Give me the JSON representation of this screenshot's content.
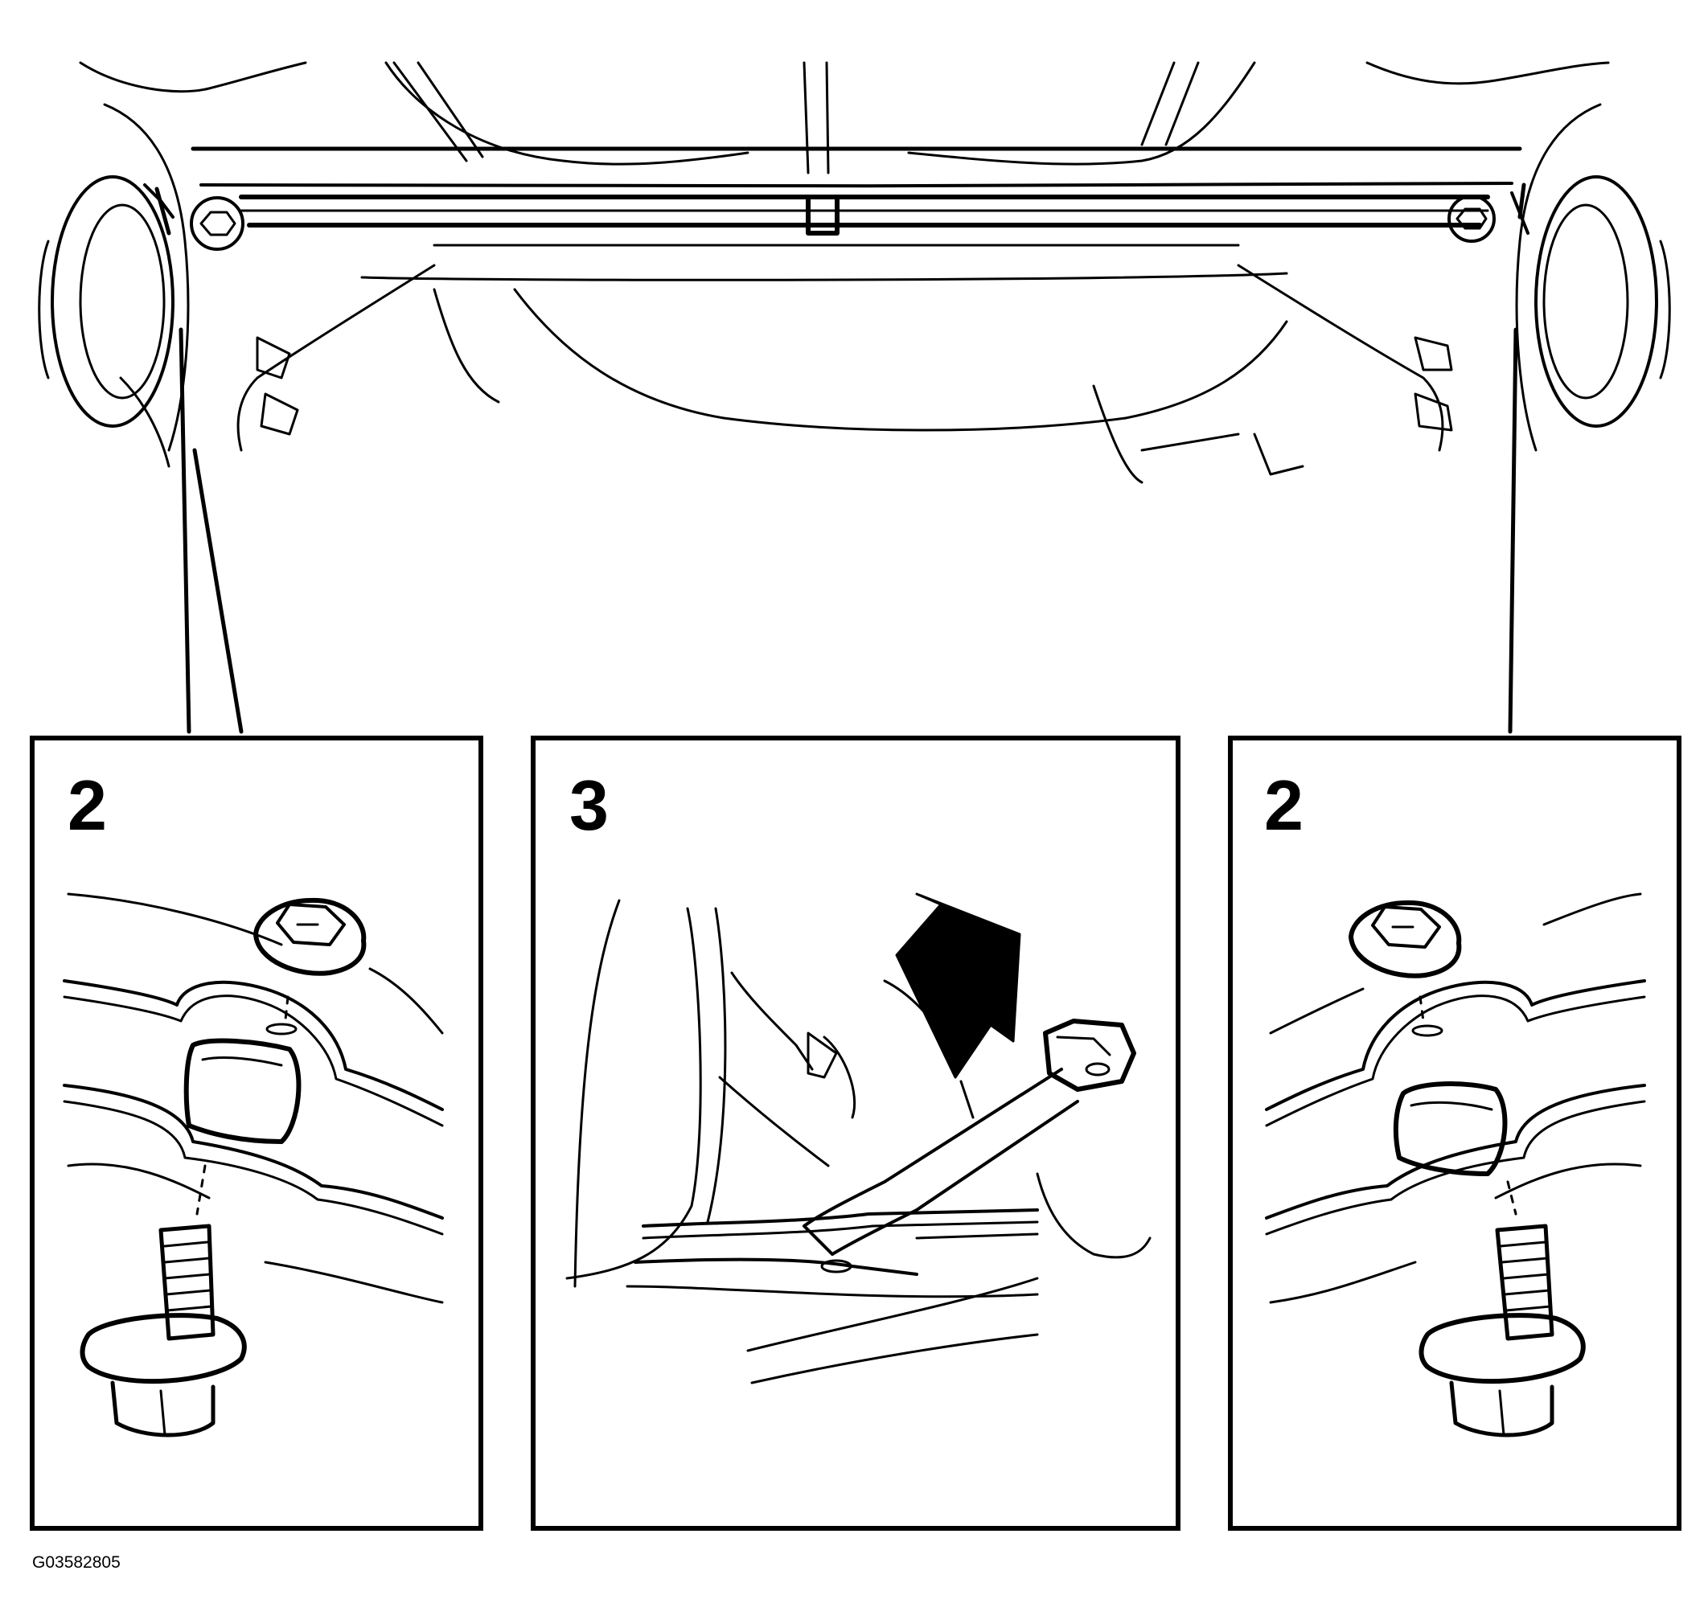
{
  "panels": [
    {
      "step": "2"
    },
    {
      "step": "3"
    },
    {
      "step": "2"
    }
  ],
  "figure_code": "G03582805"
}
